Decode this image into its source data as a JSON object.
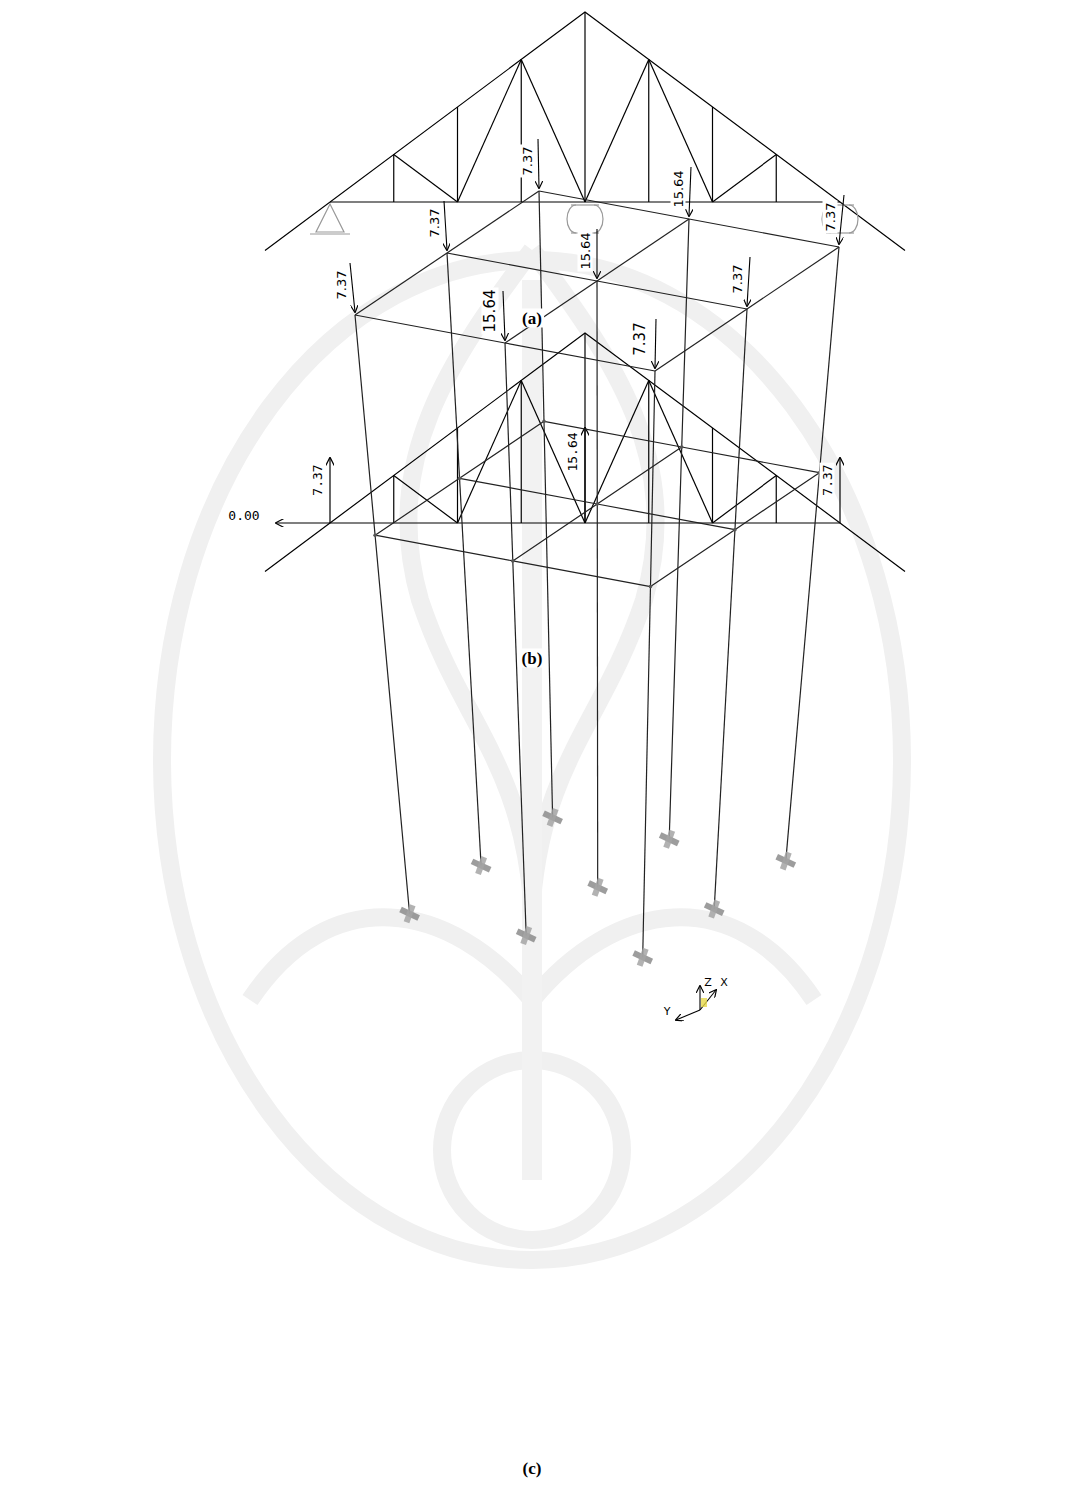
{
  "diagram": {
    "labels": [
      "(a)",
      "7.37",
      "15.64",
      "7.37",
      "0.00",
      "(b)",
      "7.37",
      "15.64",
      "7.37",
      "7.37",
      "15.64",
      "7.37",
      "7.37",
      "15.64",
      "7.37",
      "Y",
      "Z",
      "X",
      "(c)"
    ]
  }
}
